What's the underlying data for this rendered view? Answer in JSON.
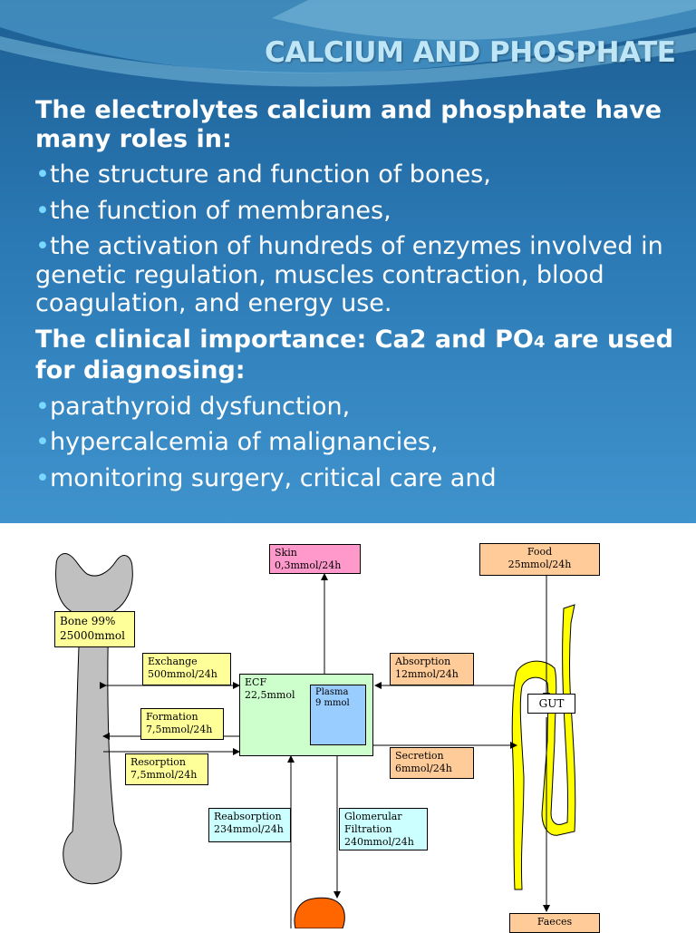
{
  "slide": {
    "title": "CALCIUM AND PHOSPHATE",
    "intro": "The electrolytes calcium and phosphate have many roles in:",
    "roles": [
      "the structure and function of bones,",
      "the function of membranes,",
      "the activation of hundreds of enzymes involved in genetic regulation, muscles contraction, blood coagulation, and energy use."
    ],
    "clinical_lead": "The clinical importance: Ca",
    "clinical_ca_sup": "2",
    "clinical_and": " and PO",
    "clinical_po_sub": "4",
    "clinical_tail": " are used for diagnosing:",
    "uses": [
      "parathyroid dysfunction,",
      "hypercalcemia of malignancies,",
      "monitoring surgery, critical care and"
    ]
  },
  "diagram": {
    "skin": {
      "name": "Skin",
      "value": "0,3mmol/24h"
    },
    "food": {
      "name": "Food",
      "value": "25mmol/24h"
    },
    "bone": {
      "name": "Bone 99%",
      "value": "25000mmol"
    },
    "exchange": {
      "name": "Exchange",
      "value": "500mmol/24h"
    },
    "absorption": {
      "name": "Absorption",
      "value": "12mmol/24h"
    },
    "ecf": {
      "name": "ECF",
      "value": "22,5mmol"
    },
    "plasma": {
      "name": "Plasma",
      "value": "9 mmol"
    },
    "gut": {
      "name": "GUT"
    },
    "formation": {
      "name": "Formation",
      "value": "7,5mmol/24h"
    },
    "resorption": {
      "name": "Resorption",
      "value": "7,5mmol/24h"
    },
    "secretion": {
      "name": "Secretion",
      "value": "6mmol/24h"
    },
    "reabsorption": {
      "name": "Reabsorption",
      "value": "234mmol/24h"
    },
    "filtration": {
      "name": "Glomerular",
      "name2": "Filtration",
      "value": "240mmol/24h"
    },
    "faeces": {
      "name": "Faeces"
    }
  },
  "colors": {
    "background_top": "#1d5f93",
    "background_bottom": "#3f93cd",
    "title": "#bfe6f7",
    "bullet": "#7ad7ff",
    "skin": "#ff99cc",
    "food": "#ffcc99",
    "yellow_box": "#ffff99",
    "ecf": "#ccffcc",
    "plasma": "#99ccff",
    "kidney_box": "#ccffff",
    "bone": "#c0c0c0",
    "gut": "#ffff00",
    "kidney": "#ff6600"
  }
}
